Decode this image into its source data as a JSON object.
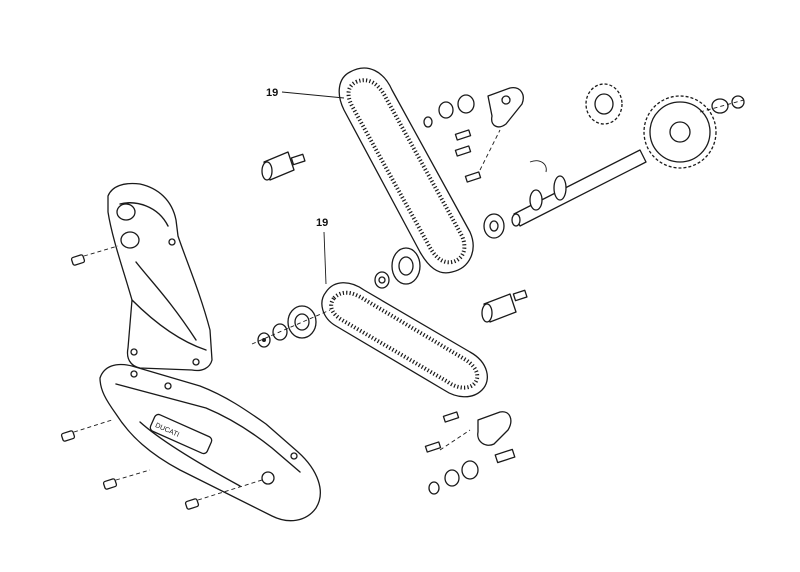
{
  "callouts": [
    {
      "label": "19"
    },
    {
      "label": "19"
    }
  ],
  "cover_marking": "DUCATI"
}
